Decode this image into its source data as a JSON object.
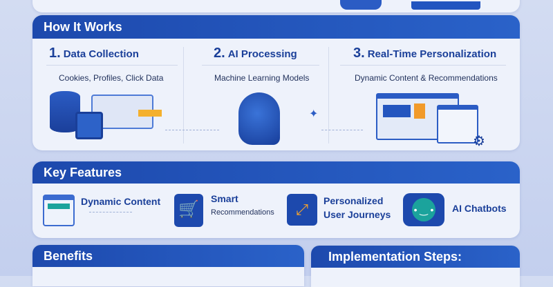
{
  "how_it_works": {
    "title": "How It Works",
    "steps": [
      {
        "num": "1.",
        "title": "Data Collection",
        "desc": "Cookies, Profiles, Click Data"
      },
      {
        "num": "2.",
        "title": "AI Processing",
        "desc": "Machine Learning Models"
      },
      {
        "num": "3.",
        "title": "Real-Time Personalization",
        "desc": "Dynamic Content & Recommendations"
      }
    ]
  },
  "key_features": {
    "title": "Key Features",
    "items": [
      {
        "line1": "Dynamic Content",
        "line2": ""
      },
      {
        "line1": "Smart",
        "line2": "Recommendations"
      },
      {
        "line1": "Personalized",
        "line2": "User Journeys"
      },
      {
        "line1": "AI Chatbots",
        "line2": ""
      }
    ]
  },
  "benefits": {
    "title": "Benefits"
  },
  "implementation": {
    "title": "Implementation Steps:"
  },
  "colors": {
    "primary": "#1f4fb5",
    "accent": "#f4a22d",
    "teal": "#1ba39c"
  }
}
